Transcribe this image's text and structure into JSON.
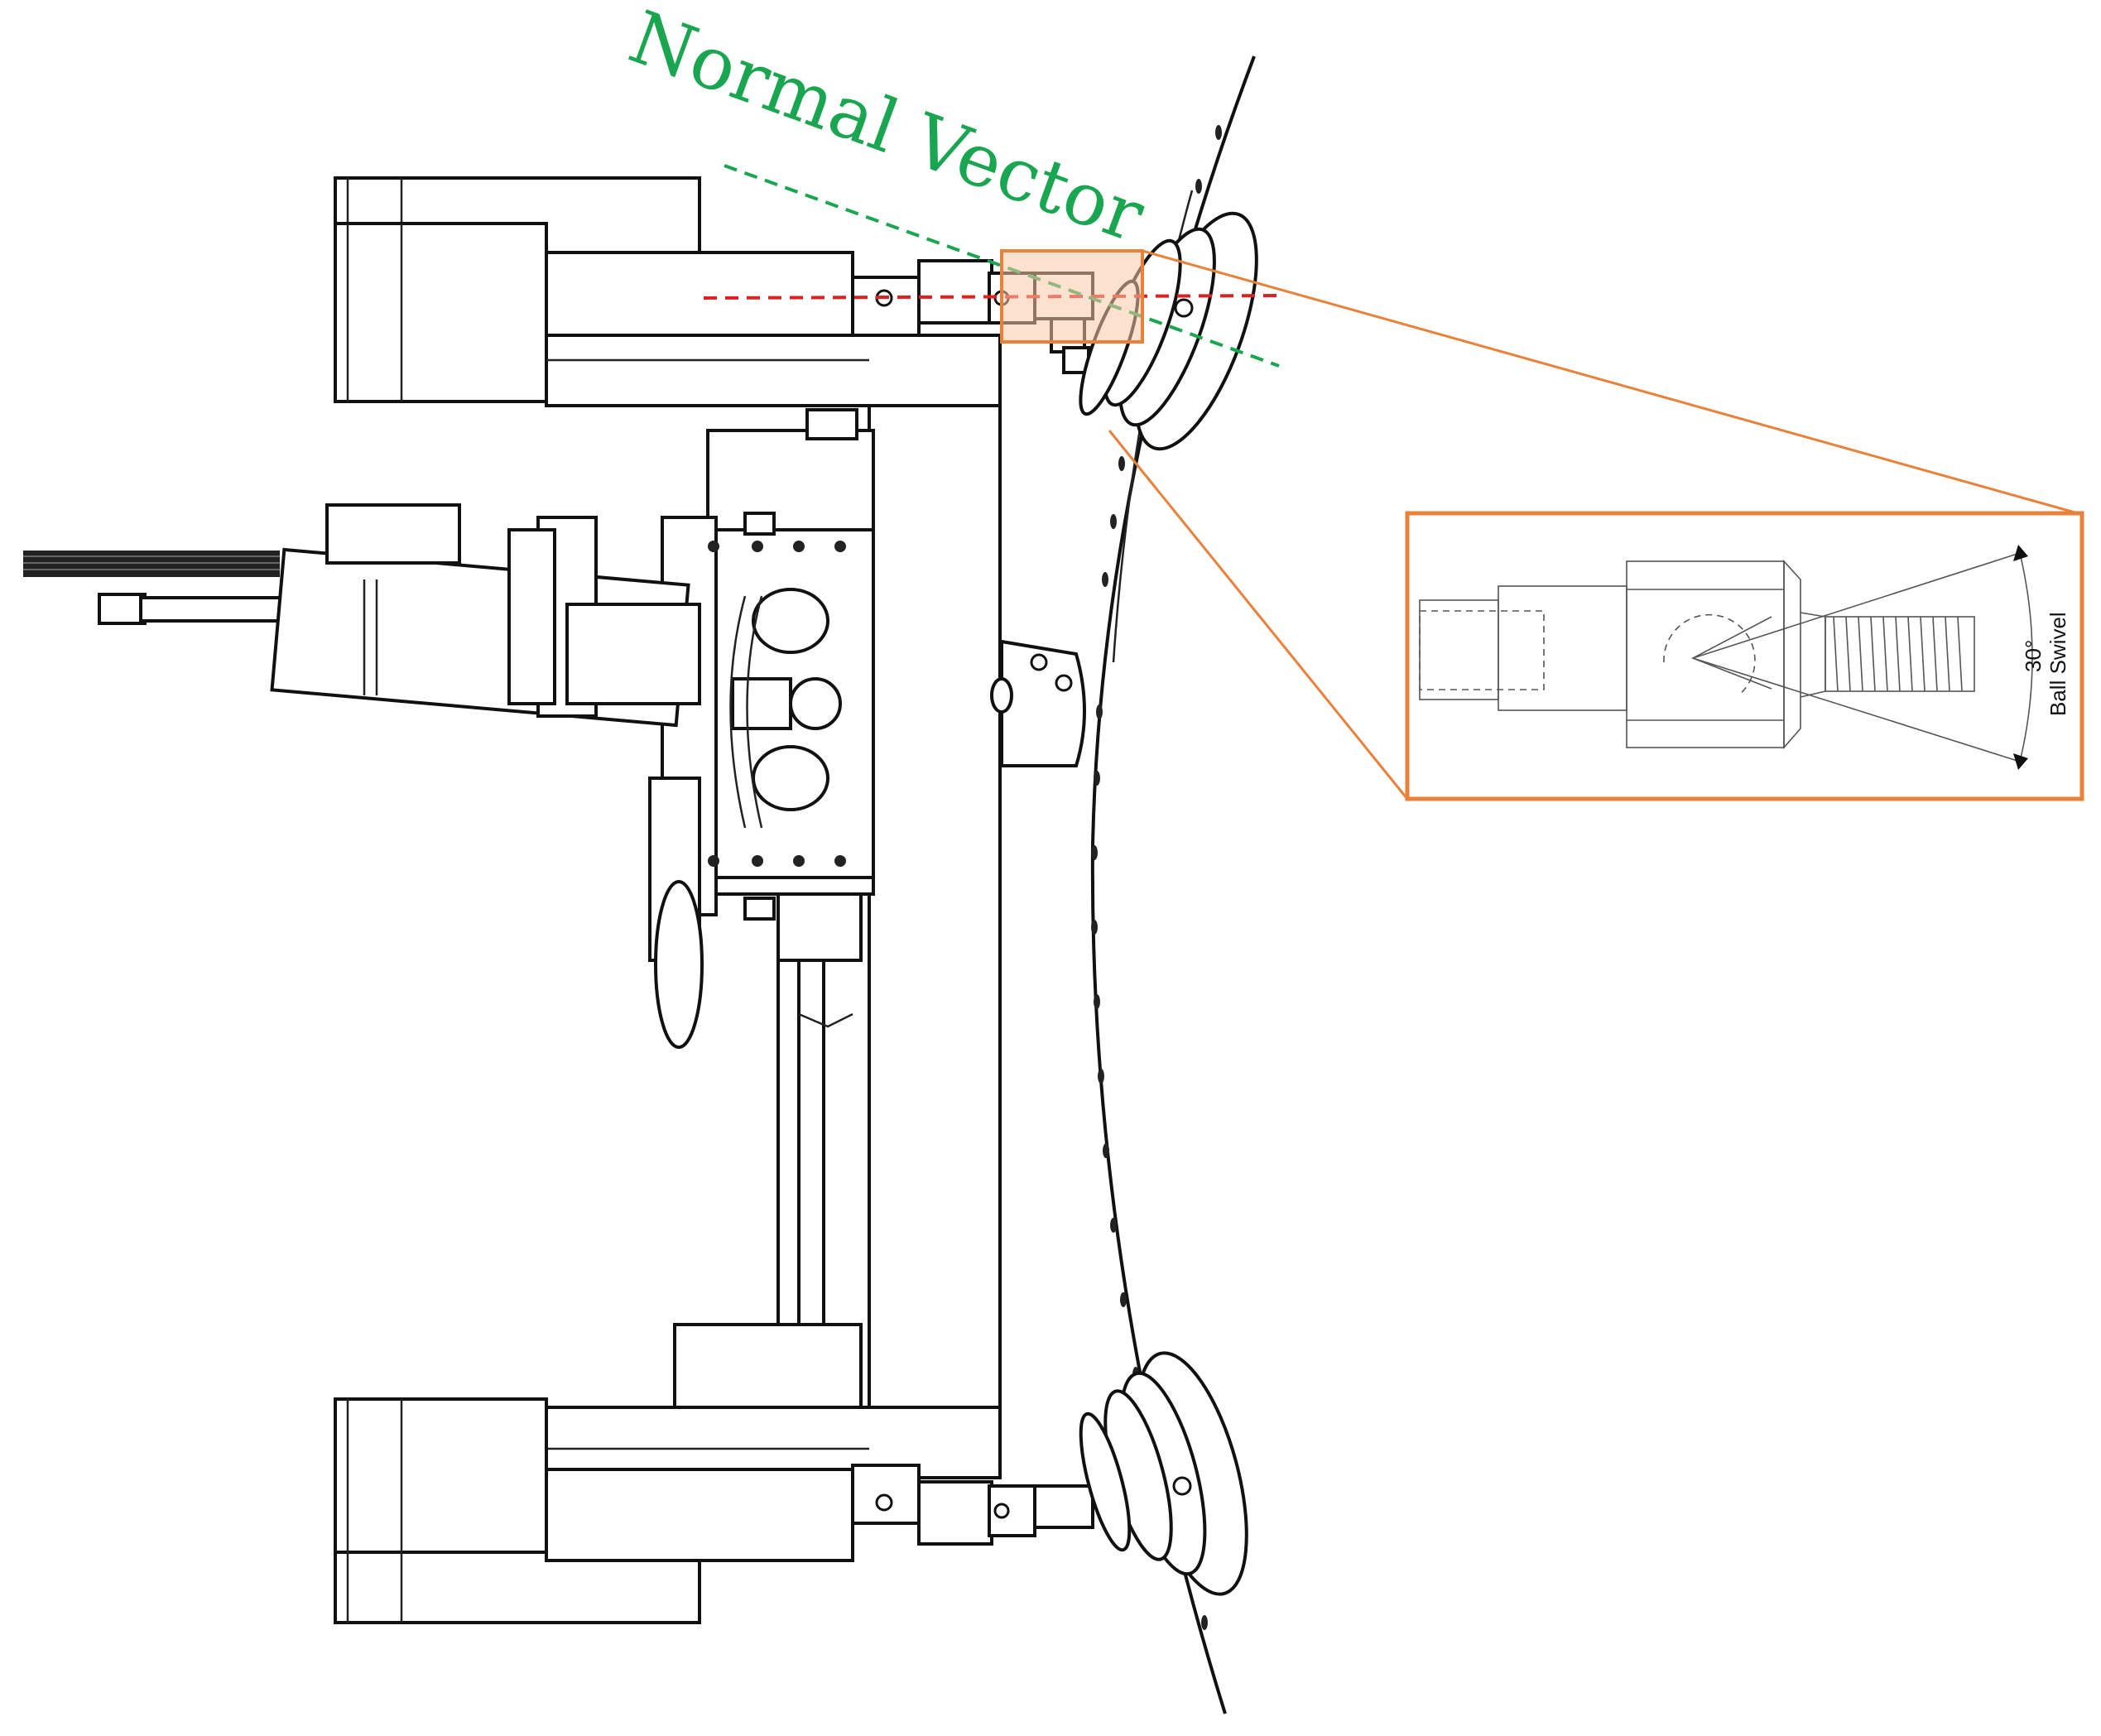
{
  "labels": {
    "normal_vector": "Normal Vector",
    "swivel_angle": "30°",
    "swivel_name": "Ball Swivel"
  },
  "colors": {
    "normal_vector": "#1aa550",
    "axis_line": "#dd2020",
    "callout": "#e8823a",
    "callout_fill": "#f7c9a6",
    "outline": "#111111"
  }
}
